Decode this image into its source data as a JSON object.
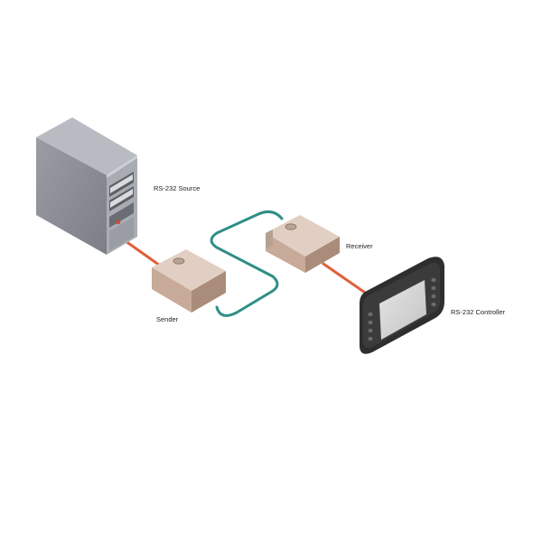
{
  "diagram": {
    "labels": {
      "source": "RS-232 Source",
      "sender": "Sender",
      "receiver": "Receiver",
      "controller": "RS-232 Controller"
    }
  },
  "colors": {
    "rs232_cable": "#e0603a",
    "link_cable": "#2f8f86",
    "box_front": "#c7aa98",
    "box_top": "#e2cfc3",
    "box_side": "#a98c79",
    "tower_front": "#8c9096",
    "tower_side": "#777b80",
    "tower_top": "#b8bcc2",
    "controller_body": "#2e2e2e",
    "screen": "#d4d4d4"
  }
}
